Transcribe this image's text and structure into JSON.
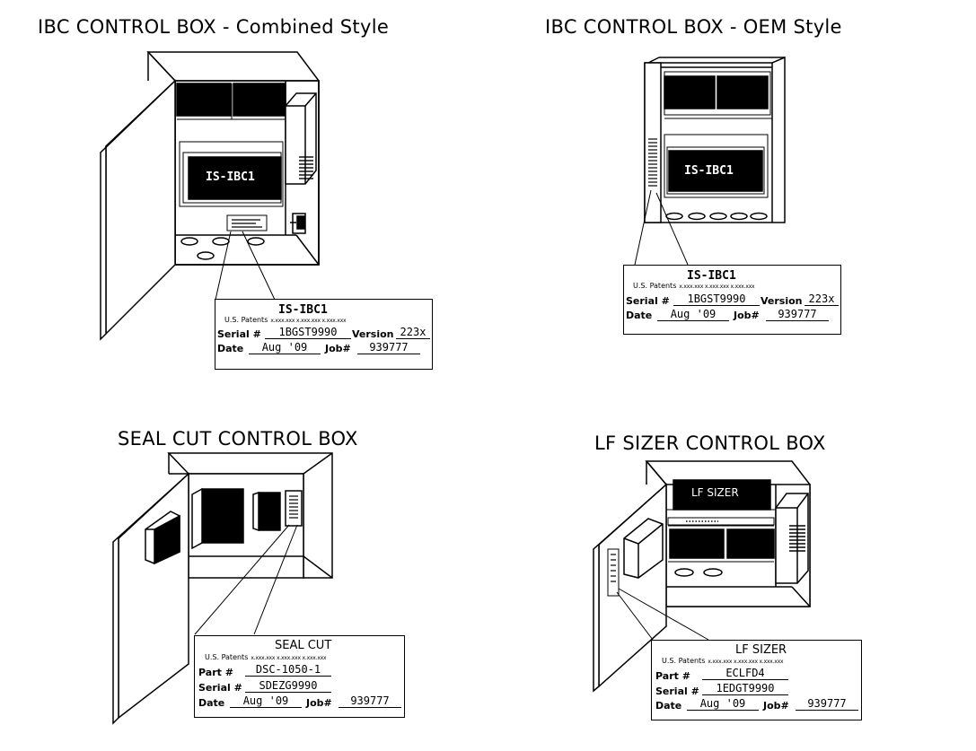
{
  "titles": {
    "top_left": "IBC CONTROL BOX - Combined Style",
    "top_right": "IBC CONTROL BOX - OEM Style",
    "bottom_left": "SEAL CUT CONTROL BOX",
    "bottom_right": "LF SIZER CONTROL BOX"
  },
  "module_labels": {
    "combined": "IS-IBC1",
    "oem": "IS-IBC1",
    "lf_sizer": "LF SIZER"
  },
  "labels": {
    "combined": {
      "product": "IS-IBC1",
      "patents_label": "U.S. Patents",
      "patents_numbers": "x.xxx.xxx x.xxx.xxx x.xxx.xxx",
      "serial_label": "Serial #",
      "serial": "1BGST9990",
      "version_label": "Version",
      "version": "223x",
      "date_label": "Date",
      "date": "Aug '09",
      "job_label": "Job#",
      "job": "939777"
    },
    "oem": {
      "product": "IS-IBC1",
      "patents_label": "U.S. Patents",
      "patents_numbers": "x.xxx.xxx x.xxx.xxx x.xxx.xxx",
      "serial_label": "Serial #",
      "serial": "1BGST9990",
      "version_label": "Version",
      "version": "223x",
      "date_label": "Date",
      "date": "Aug '09",
      "job_label": "Job#",
      "job": "939777"
    },
    "seal_cut": {
      "product": "SEAL CUT",
      "patents_label": "U.S. Patents",
      "patents_numbers": "x.xxx.xxx x.xxx.xxx x.xxx.xxx",
      "part_label": "Part #",
      "part": "DSC-1050-1",
      "serial_label": "Serial #",
      "serial": "SDEZG9990",
      "date_label": "Date",
      "date": "Aug '09",
      "job_label": "Job#",
      "job": "939777"
    },
    "lf_sizer": {
      "product": "LF SIZER",
      "patents_label": "U.S. Patents",
      "patents_numbers": "x.xxx.xxx x.xxx.xxx x.xxx.xxx",
      "part_label": "Part #",
      "part": "ECLFD4",
      "serial_label": "Serial #",
      "serial": "1EDGT9990",
      "date_label": "Date",
      "date": "Aug '09",
      "job_label": "Job#",
      "job": "939777"
    }
  }
}
